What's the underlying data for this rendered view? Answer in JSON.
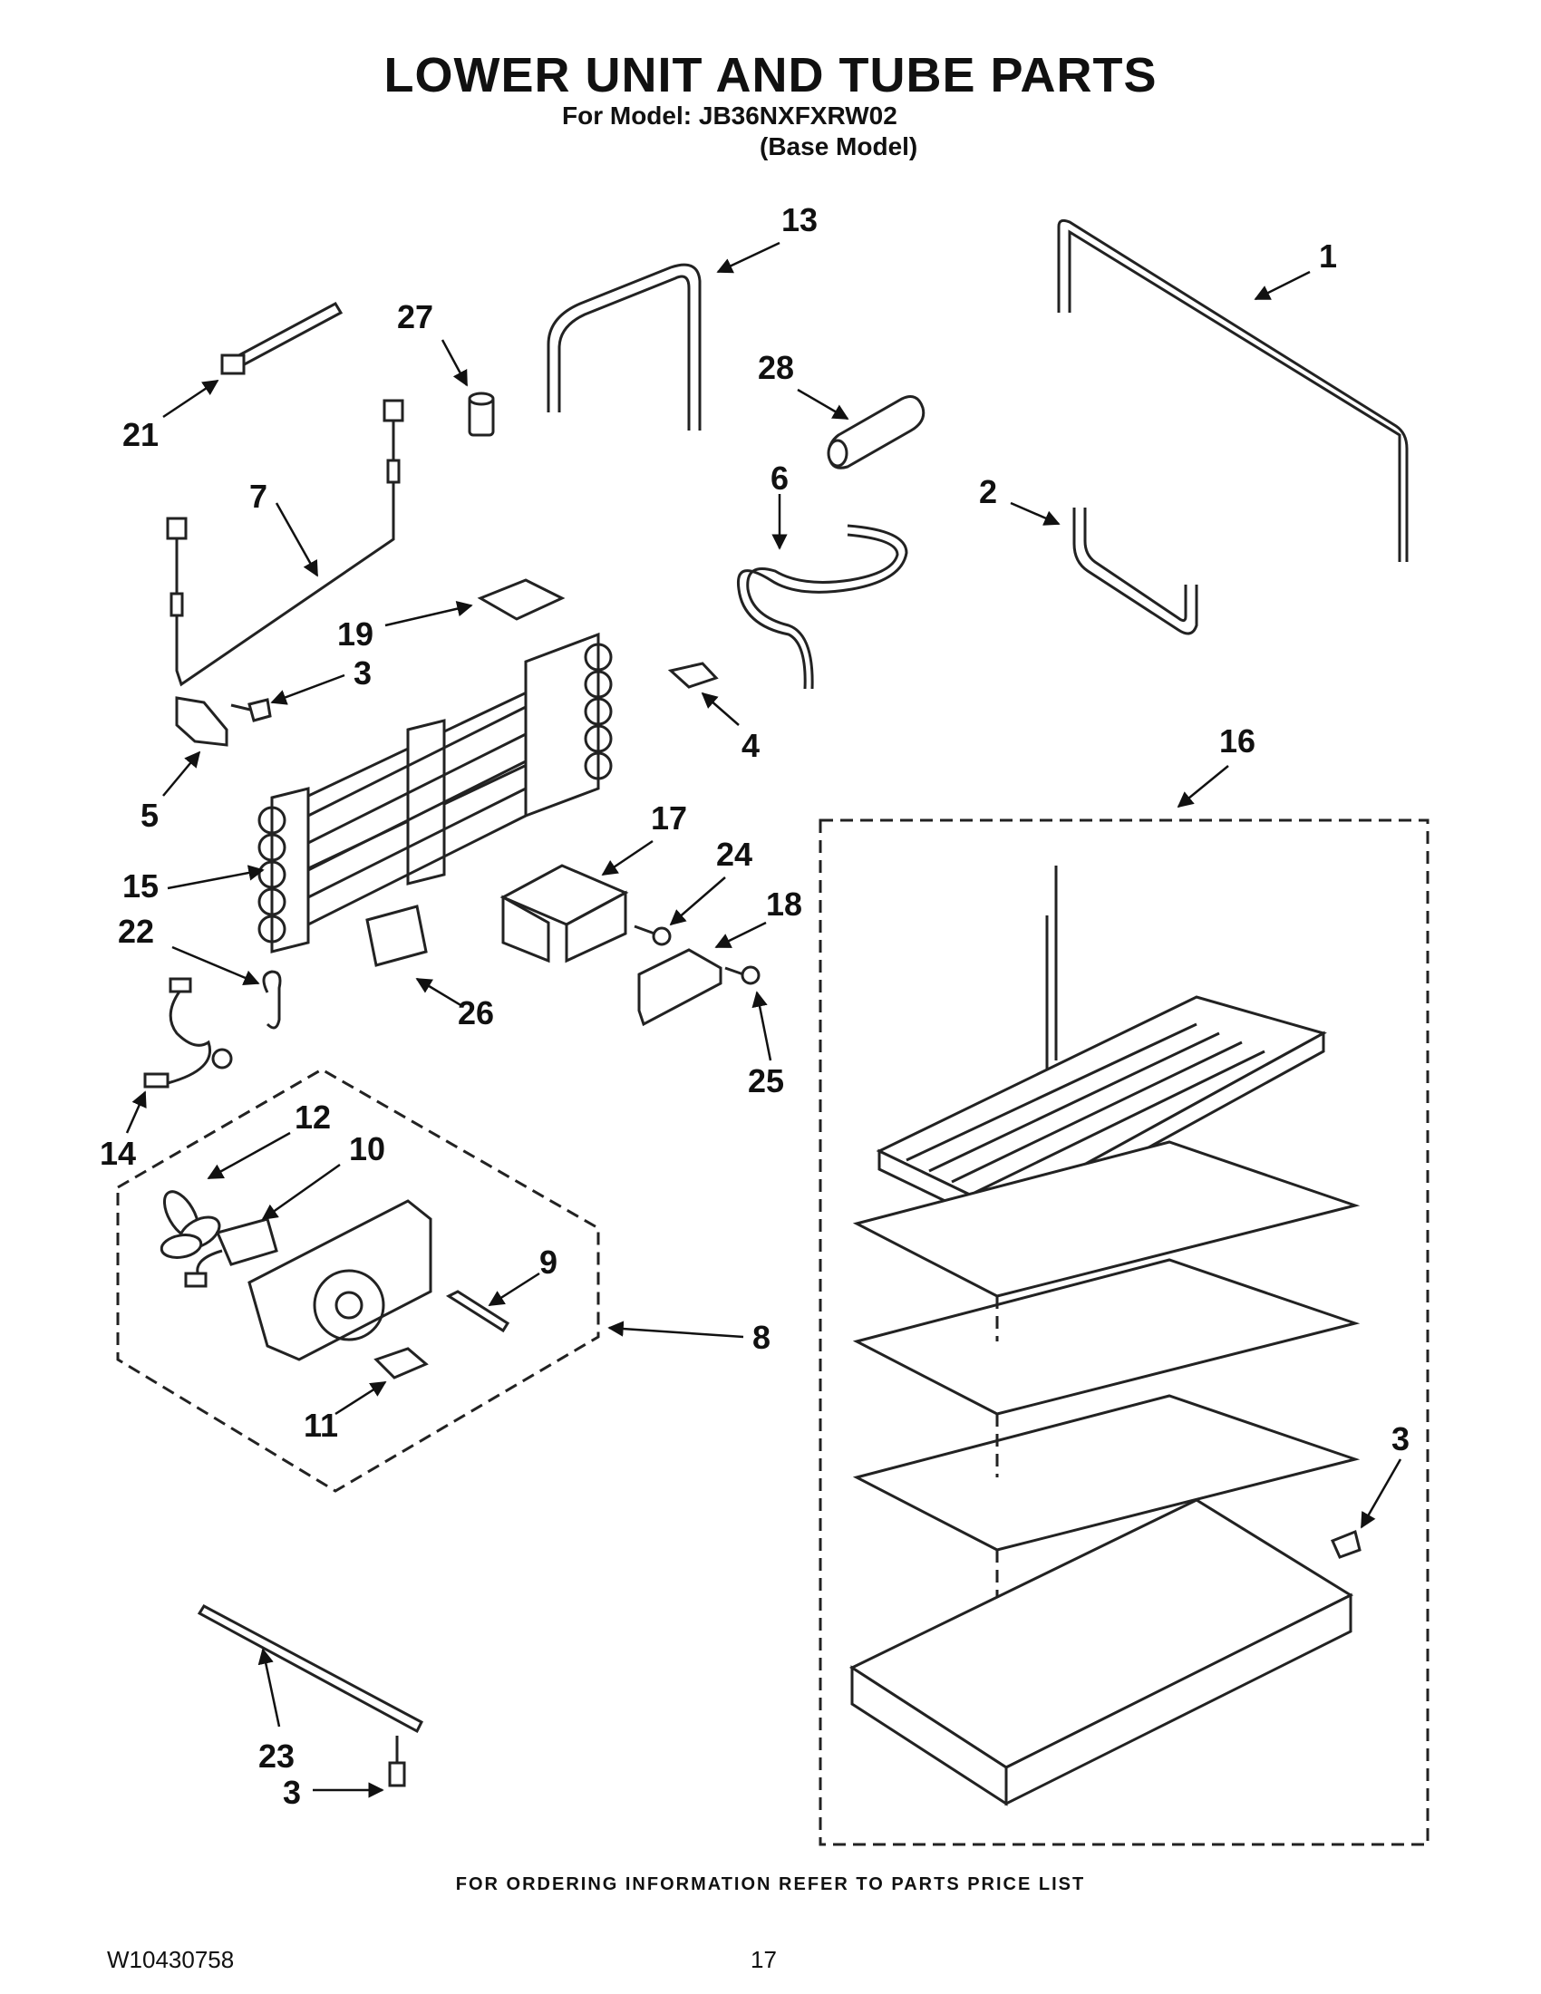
{
  "header": {
    "title": "LOWER UNIT AND TUBE PARTS",
    "model_line": "For Model: JB36NXFXRW02",
    "model_note": "(Base Model)"
  },
  "callouts": {
    "c1": "1",
    "c2": "2",
    "c3a": "3",
    "c3b": "3",
    "c3c": "3",
    "c4": "4",
    "c5": "5",
    "c6": "6",
    "c7": "7",
    "c8": "8",
    "c9": "9",
    "c10": "10",
    "c11": "11",
    "c12": "12",
    "c13": "13",
    "c14": "14",
    "c15": "15",
    "c16": "16",
    "c17": "17",
    "c18": "18",
    "c19": "19",
    "c21": "21",
    "c22": "22",
    "c23": "23",
    "c24": "24",
    "c25": "25",
    "c26": "26",
    "c27": "27",
    "c28": "28"
  },
  "footer": {
    "ordering_note": "FOR ORDERING INFORMATION REFER TO PARTS PRICE LIST",
    "doc_number": "W10430758",
    "page_number": "17"
  }
}
